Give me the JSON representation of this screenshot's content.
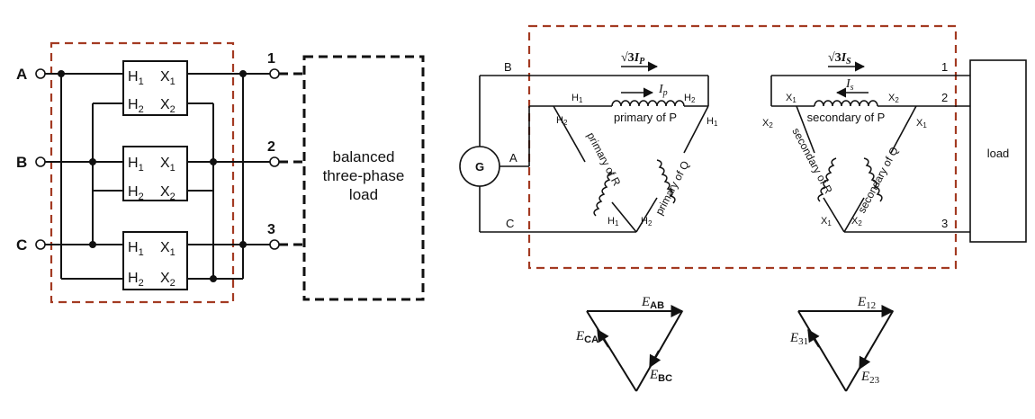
{
  "left": {
    "terminals_in": [
      "A",
      "B",
      "C"
    ],
    "terminals_out": [
      "1",
      "2",
      "3"
    ],
    "transformers": [
      {
        "h1": "H",
        "h1_sub": "1",
        "x1": "X",
        "x1_sub": "1",
        "h2": "H",
        "h2_sub": "2",
        "x2": "X",
        "x2_sub": "2"
      },
      {
        "h1": "H",
        "h1_sub": "1",
        "x1": "X",
        "x1_sub": "1",
        "h2": "H",
        "h2_sub": "2",
        "x2": "X",
        "x2_sub": "2"
      },
      {
        "h1": "H",
        "h1_sub": "1",
        "x1": "X",
        "x1_sub": "1",
        "h2": "H",
        "h2_sub": "2",
        "x2": "X",
        "x2_sub": "2"
      }
    ],
    "load_label": [
      "balanced",
      "three-phase",
      "load"
    ]
  },
  "right": {
    "generator_label": "G",
    "line_labels": {
      "b": "B",
      "a": "A",
      "c": "C"
    },
    "current_primary": {
      "prefix": "√3",
      "var": "I",
      "sub": "P"
    },
    "current_secondary": {
      "prefix": "√3",
      "var": "I",
      "sub": "S"
    },
    "coil_current_primary": {
      "var": "I",
      "sub": "p"
    },
    "coil_current_secondary": {
      "var": "I",
      "sub": "s"
    },
    "primary_P": "primary of P",
    "primary_Q": "primary of Q",
    "primary_R": "primary of R",
    "secondary_P": "secondary of P",
    "secondary_Q": "secondary of Q",
    "secondary_R": "secondary of R",
    "h1": "H",
    "h2": "H",
    "x1": "X",
    "x2": "X",
    "sub1": "1",
    "sub2": "2",
    "out_numbers": [
      "1",
      "2",
      "3"
    ],
    "load_label": "load"
  },
  "phasors": {
    "primary": {
      "ab": "AB",
      "bc": "BC",
      "ca": "CA",
      "var": "E"
    },
    "secondary": {
      "s12": "12",
      "s23": "23",
      "s31": "31",
      "var": "E"
    }
  }
}
